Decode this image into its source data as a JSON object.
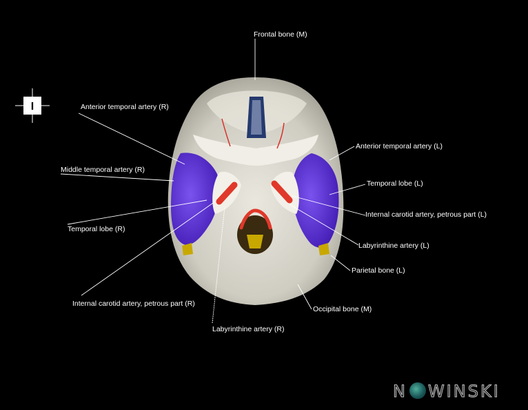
{
  "labels": {
    "frontal_bone_m": "Frontal bone (M)",
    "anterior_temporal_artery_r": "Anterior temporal artery (R)",
    "middle_temporal_artery_r": "Middle temporal artery (R)",
    "temporal_lobe_r": "Temporal lobe (R)",
    "internal_carotid_artery_petrous_r": "Internal carotid artery, petrous part (R)",
    "labyrinthine_artery_r": "Labyrinthine artery (R)",
    "anterior_temporal_artery_l": "Anterior temporal artery (L)",
    "temporal_lobe_l": "Temporal lobe (L)",
    "internal_carotid_artery_petrous_l": "Internal carotid artery, petrous part (L)",
    "labyrinthine_artery_l": "Labyrinthine artery (L)",
    "parietal_bone_l": "Parietal bone (L)",
    "occipital_bone_m": "Occipital bone (M)"
  },
  "orientation_marker": "I",
  "logo": {
    "pre": "N",
    "post": "WINSKI"
  },
  "colors": {
    "background": "#000000",
    "bone": "#d8d6cc",
    "temporal_lobe": "#5a2fd0",
    "artery": "#e0382a",
    "leader_line": "#ffffff"
  }
}
